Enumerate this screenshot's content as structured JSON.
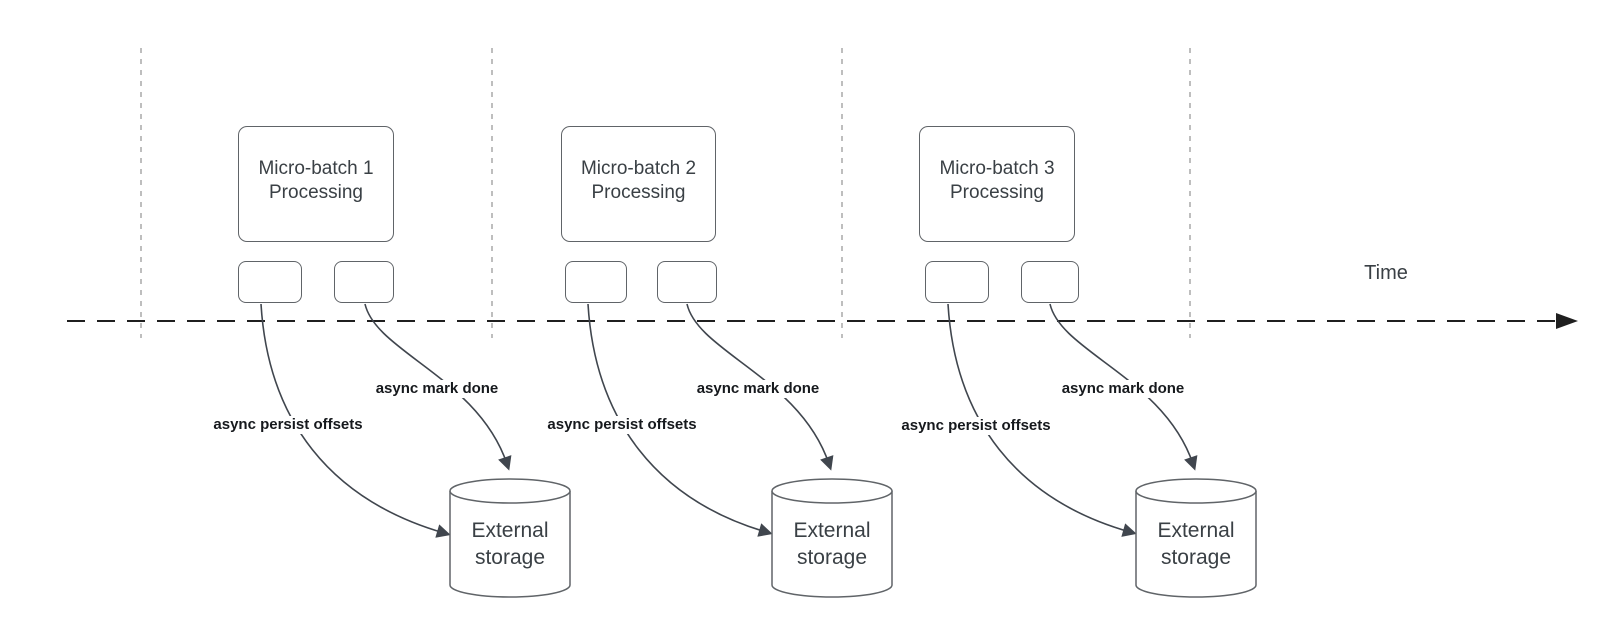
{
  "diagram": {
    "time_axis": {
      "label": "Time"
    },
    "groups": [
      {
        "batch_title": "Micro-batch 1",
        "batch_subtitle": "Processing",
        "persist_arrow_label": "async persist offsets",
        "mark_done_arrow_label": "async mark done",
        "storage_title": "External",
        "storage_subtitle": "storage"
      },
      {
        "batch_title": "Micro-batch 2",
        "batch_subtitle": "Processing",
        "persist_arrow_label": "async persist offsets",
        "mark_done_arrow_label": "async mark done",
        "storage_title": "External",
        "storage_subtitle": "storage"
      },
      {
        "batch_title": "Micro-batch 3",
        "batch_subtitle": "Processing",
        "persist_arrow_label": "async persist offsets",
        "mark_done_arrow_label": "async mark done",
        "storage_title": "External",
        "storage_subtitle": "storage"
      }
    ],
    "colors": {
      "background": "#ffffff",
      "shape_stroke": "#606468",
      "connector_stroke": "#40464e",
      "gridline_color": "#a9a9a9",
      "axis_color": "#1f1f1f",
      "shape_text": "#3a4045",
      "label_text": "#16191d"
    }
  }
}
